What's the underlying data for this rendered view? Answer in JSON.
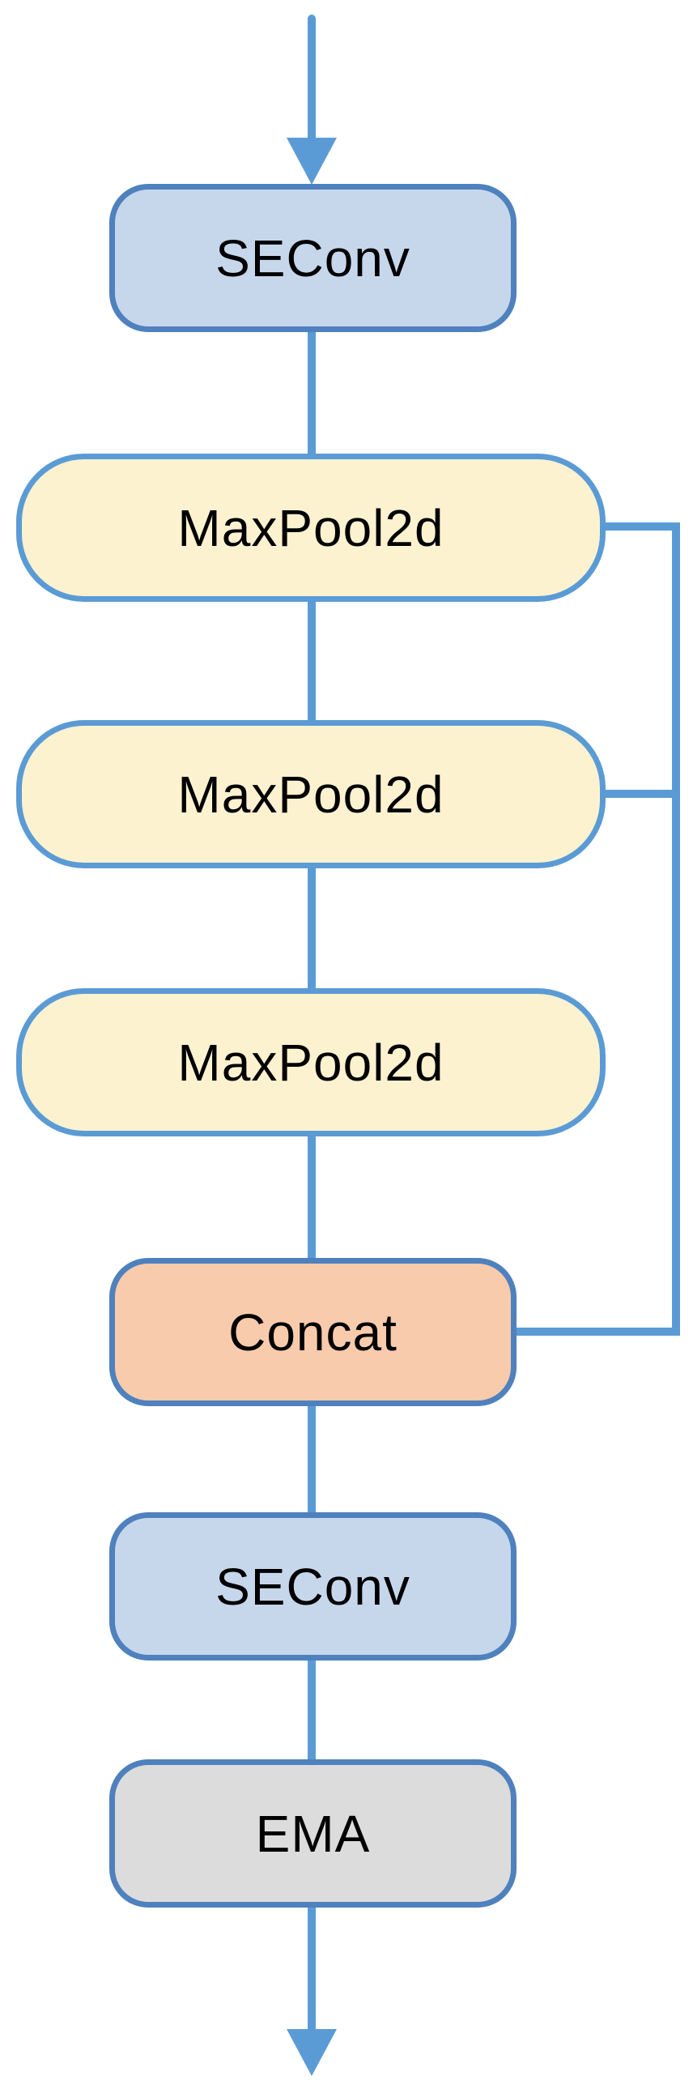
{
  "diagram": {
    "type": "flowchart",
    "direction": "top-to-bottom",
    "colors": {
      "background": "#ffffff",
      "connector_line": "#5b9bd5",
      "arrowhead": "#5b9bd5",
      "box_border": "#4e81bd",
      "seconv_fill": "#c6d7ec",
      "maxpool_fill": "#fdf2d0",
      "concat_fill": "#f8cbad",
      "ema_fill": "#dcdcdc",
      "label_text": "#000000"
    },
    "nodes": [
      {
        "id": "seconv-1",
        "label": "SEConv",
        "fill": "#c6d7ec",
        "border": "#4e81bd"
      },
      {
        "id": "maxpool-1",
        "label": "MaxPool2d",
        "fill": "#fdf2d0",
        "border": "#5b9bd5"
      },
      {
        "id": "maxpool-2",
        "label": "MaxPool2d",
        "fill": "#fdf2d0",
        "border": "#5b9bd5"
      },
      {
        "id": "maxpool-3",
        "label": "MaxPool2d",
        "fill": "#fdf2d0",
        "border": "#5b9bd5"
      },
      {
        "id": "concat",
        "label": "Concat",
        "fill": "#f8cbad",
        "border": "#4e81bd"
      },
      {
        "id": "seconv-2",
        "label": "SEConv",
        "fill": "#c6d7ec",
        "border": "#4e81bd"
      },
      {
        "id": "ema",
        "label": "EMA",
        "fill": "#dcdcdc",
        "border": "#4e81bd"
      }
    ],
    "edges": [
      {
        "from": "input",
        "to": "seconv-1",
        "arrow": true,
        "route": "straight-down"
      },
      {
        "from": "seconv-1",
        "to": "maxpool-1",
        "arrow": false,
        "route": "straight-down"
      },
      {
        "from": "maxpool-1",
        "to": "maxpool-2",
        "arrow": false,
        "route": "straight-down"
      },
      {
        "from": "maxpool-2",
        "to": "maxpool-3",
        "arrow": false,
        "route": "straight-down"
      },
      {
        "from": "maxpool-3",
        "to": "concat",
        "arrow": false,
        "route": "straight-down"
      },
      {
        "from": "maxpool-1",
        "to": "concat",
        "arrow": false,
        "route": "right-bypass"
      },
      {
        "from": "maxpool-2",
        "to": "concat",
        "arrow": false,
        "route": "right-bypass"
      },
      {
        "from": "concat",
        "to": "seconv-2",
        "arrow": false,
        "route": "straight-down"
      },
      {
        "from": "seconv-2",
        "to": "ema",
        "arrow": false,
        "route": "straight-down"
      },
      {
        "from": "ema",
        "to": "output",
        "arrow": true,
        "route": "straight-down"
      }
    ]
  }
}
